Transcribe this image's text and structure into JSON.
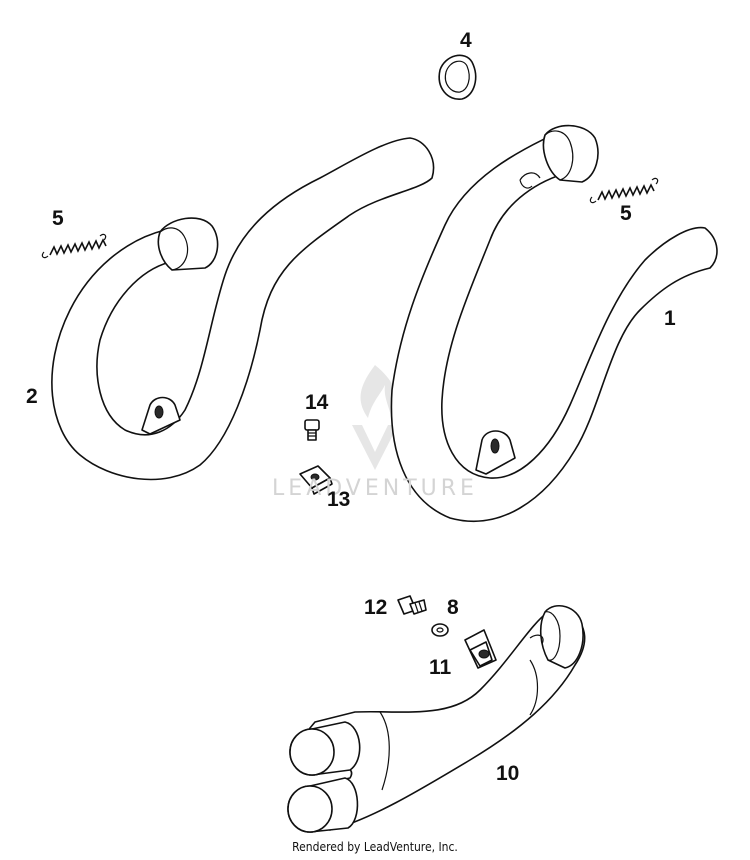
{
  "diagram": {
    "callouts": [
      {
        "id": "p4",
        "label": "4"
      },
      {
        "id": "p5a",
        "label": "5"
      },
      {
        "id": "p5b",
        "label": "5"
      },
      {
        "id": "p1",
        "label": "1"
      },
      {
        "id": "p2",
        "label": "2"
      },
      {
        "id": "p14",
        "label": "14"
      },
      {
        "id": "p13",
        "label": "13"
      },
      {
        "id": "p12",
        "label": "12"
      },
      {
        "id": "p8",
        "label": "8"
      },
      {
        "id": "p11",
        "label": "11"
      },
      {
        "id": "p10",
        "label": "10"
      }
    ],
    "watermark": "LEADVENTURE",
    "credit": "Rendered by LeadVenture, Inc."
  }
}
